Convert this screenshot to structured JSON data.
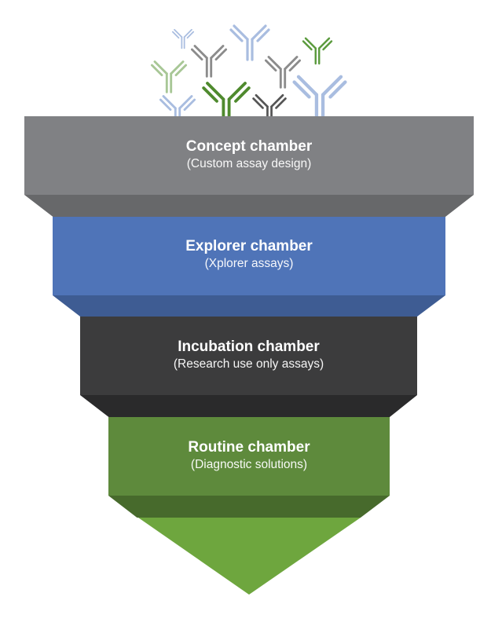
{
  "diagram": {
    "layers": [
      {
        "title": "Concept chamber",
        "subtitle": "(Custom assay design)",
        "color": "#808184",
        "shade": "#67686a"
      },
      {
        "title": "Explorer chamber",
        "subtitle": "(Xplorer assays)",
        "color": "#4f74b8",
        "shade": "#3e5c93"
      },
      {
        "title": "Incubation chamber",
        "subtitle": "(Research use only assays)",
        "color": "#3c3c3d",
        "shade": "#2a2a2b"
      },
      {
        "title": "Routine chamber",
        "subtitle": "(Diagnostic solutions)",
        "color": "#5e8a3c",
        "shade": "#476a2c"
      }
    ],
    "arrow": {
      "color": "#6ea63e"
    },
    "antibody_icons": [
      {
        "color": "#a9bde0"
      },
      {
        "color": "#a9bde0"
      },
      {
        "color": "#5a9a3c"
      },
      {
        "color": "#8c8c8c"
      },
      {
        "color": "#a8c796"
      },
      {
        "color": "#8c8c8c"
      },
      {
        "color": "#a9bde0"
      },
      {
        "color": "#4f8a2e"
      },
      {
        "color": "#555555"
      },
      {
        "color": "#a9bde0"
      }
    ]
  }
}
